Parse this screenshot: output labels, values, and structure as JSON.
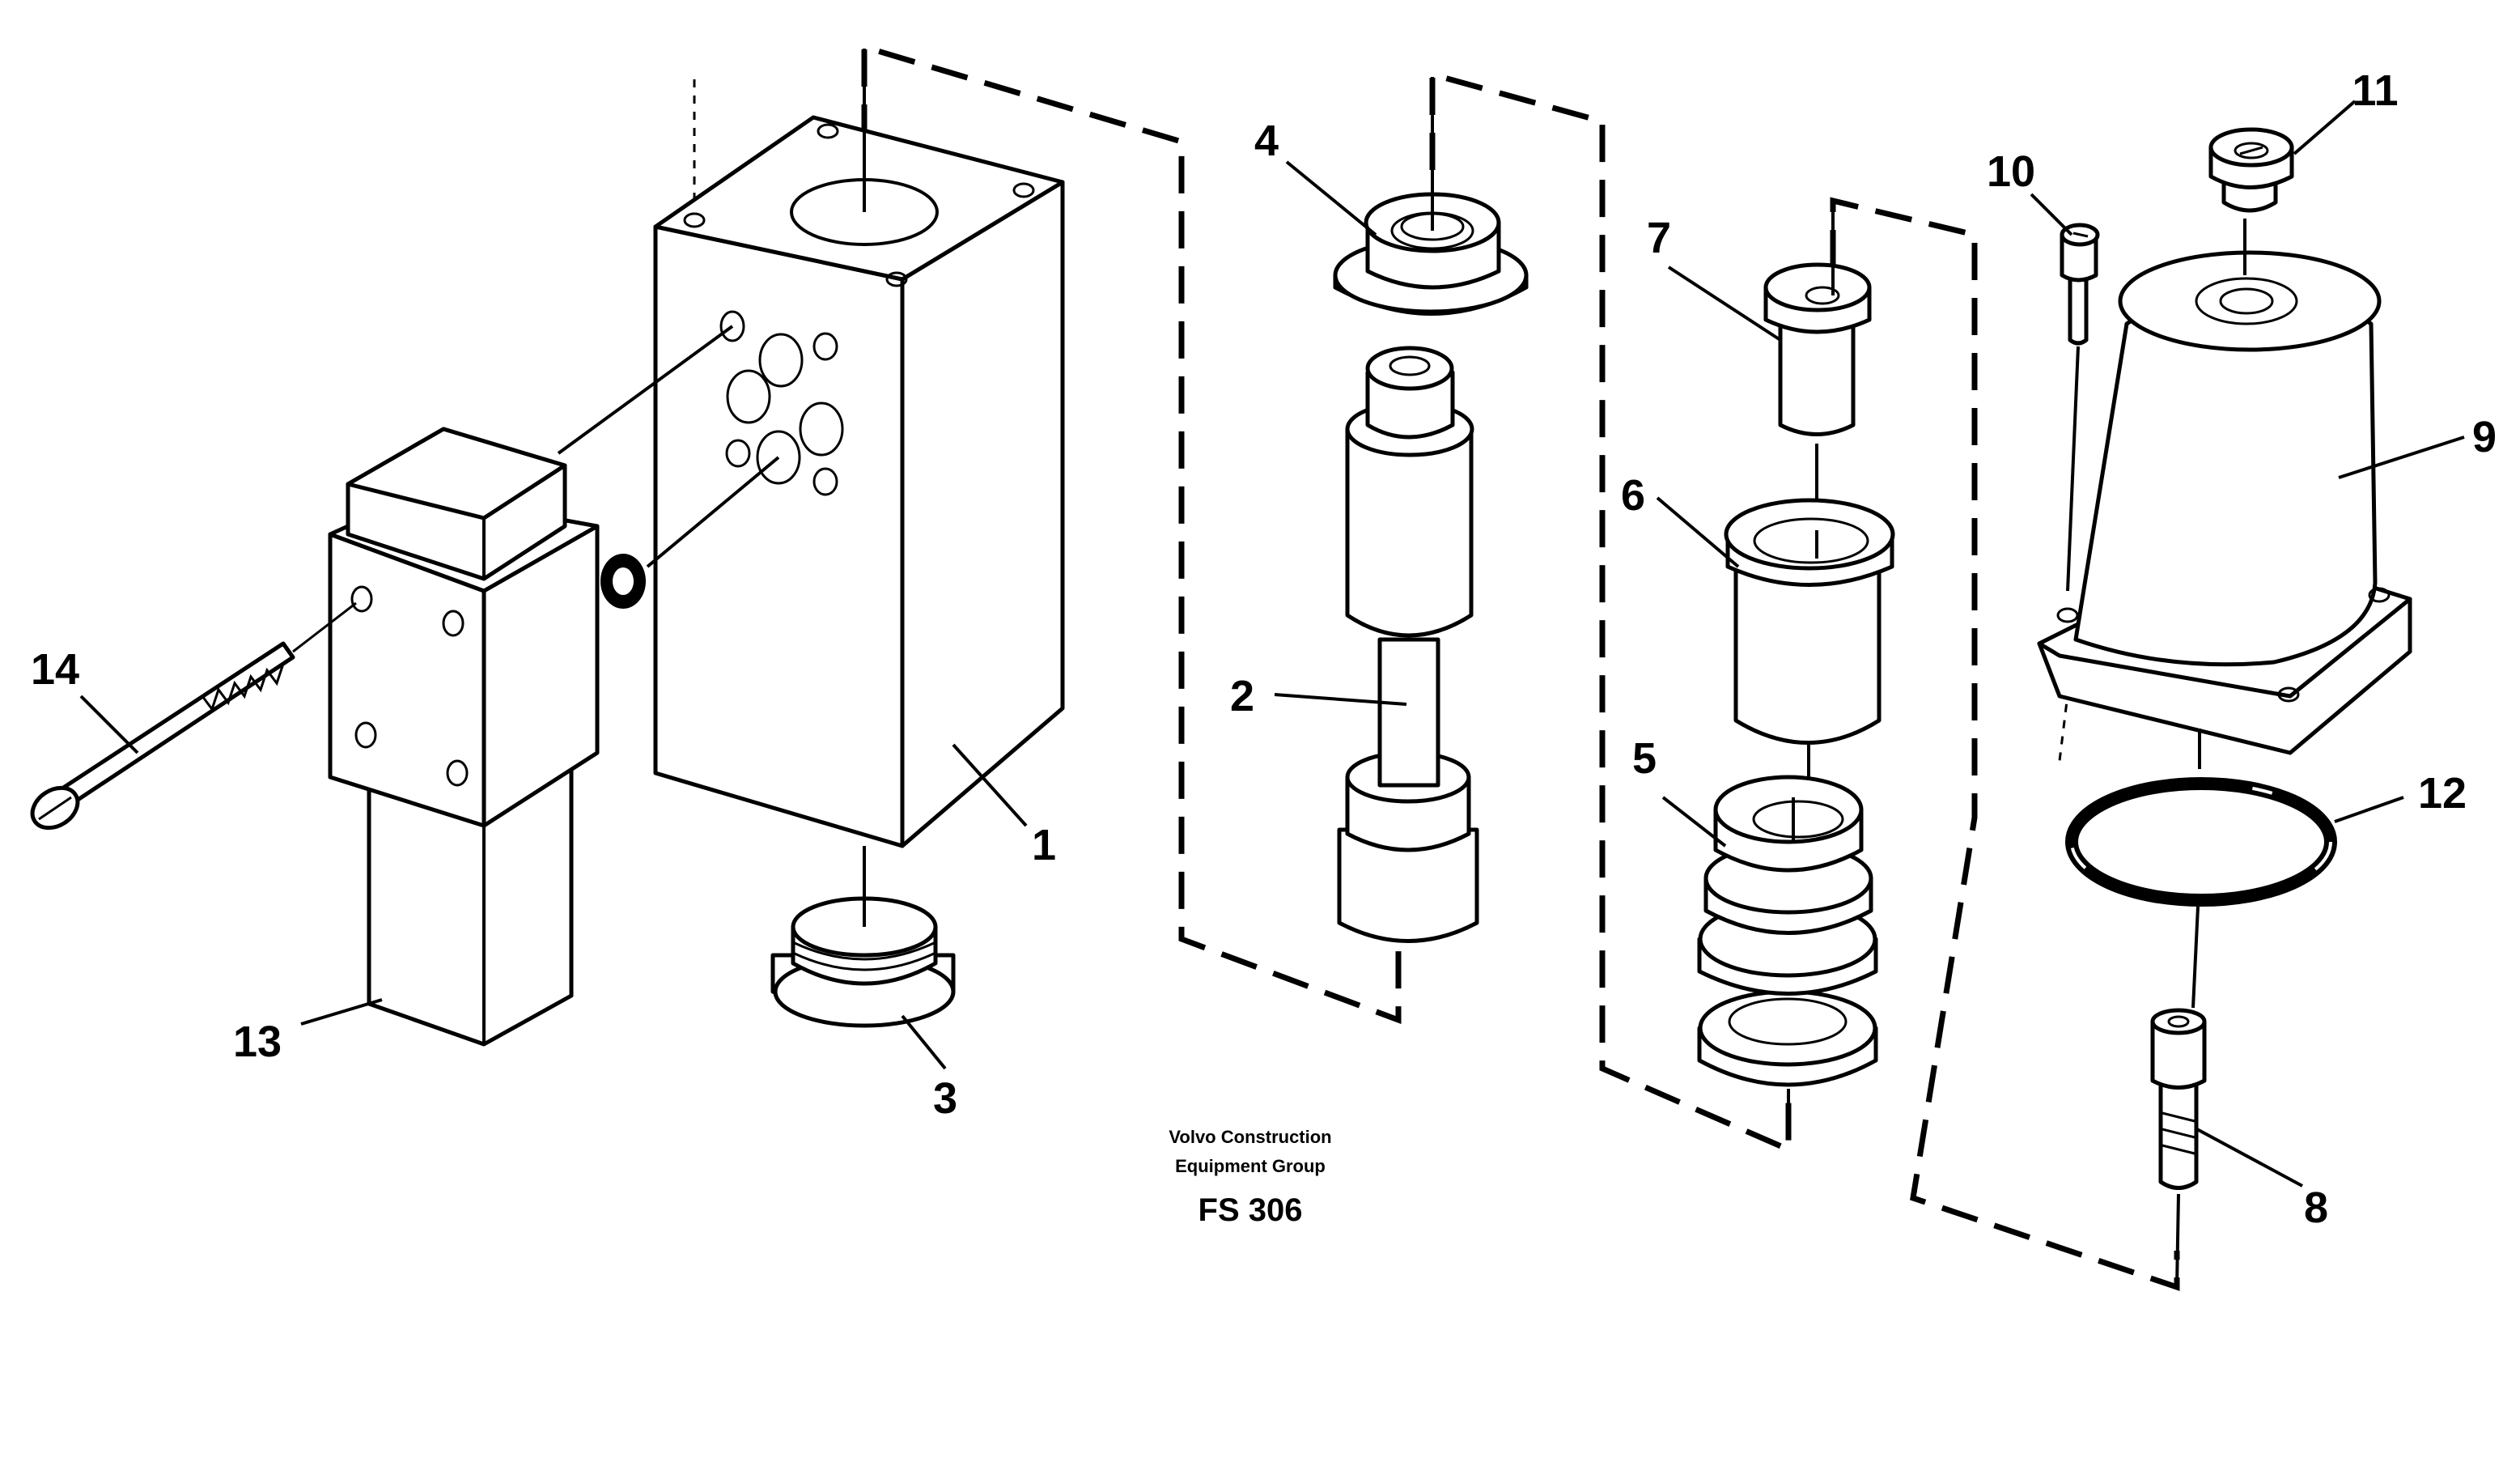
{
  "diagram": {
    "parts": [
      {
        "id": "p1",
        "label": "1"
      },
      {
        "id": "p2",
        "label": "2"
      },
      {
        "id": "p3",
        "label": "3"
      },
      {
        "id": "p4",
        "label": "4"
      },
      {
        "id": "p5",
        "label": "5"
      },
      {
        "id": "p6",
        "label": "6"
      },
      {
        "id": "p7",
        "label": "7"
      },
      {
        "id": "p8",
        "label": "8"
      },
      {
        "id": "p9",
        "label": "9"
      },
      {
        "id": "p10",
        "label": "10"
      },
      {
        "id": "p11",
        "label": "11"
      },
      {
        "id": "p12",
        "label": "12"
      },
      {
        "id": "p13",
        "label": "13"
      },
      {
        "id": "p14",
        "label": "14"
      }
    ],
    "credit_line1": "Volvo Construction",
    "credit_line2": "Equipment Group",
    "drawing_code": "FS 306"
  }
}
